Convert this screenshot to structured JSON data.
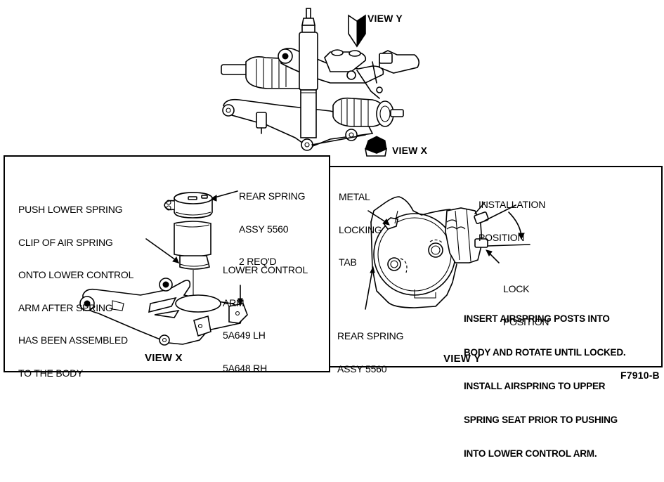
{
  "figure_id": "F7910-B",
  "overview": {
    "view_y_arrow_label": "VIEW Y",
    "view_x_arrow_label": "VIEW X"
  },
  "panel_view_x": {
    "title": "VIEW X",
    "callouts": {
      "push_instruction": [
        "PUSH LOWER SPRING",
        "CLIP OF AIR SPRING",
        "ONTO LOWER CONTROL",
        "ARM AFTER SPRING",
        "HAS BEEN ASSEMBLED",
        "TO THE BODY"
      ],
      "rear_spring": [
        "REAR SPRING",
        "ASSY 5560",
        "2 REQ'D"
      ],
      "lower_control_arm": [
        "LOWER CONTROL",
        "ARM",
        "5A649 LH",
        "5A648 RH"
      ]
    }
  },
  "panel_view_y": {
    "title": "VIEW Y",
    "callouts": {
      "metal_locking_tab": [
        "METAL",
        "LOCKING",
        "TAB"
      ],
      "installation_position": [
        "INSTALLATION",
        "POSITION"
      ],
      "lock_position": [
        "LOCK",
        "POSITION"
      ],
      "rear_spring": [
        "REAR SPRING",
        "ASSY 5560"
      ],
      "instruction": [
        "INSERT AIRSPRING POSTS INTO",
        "BODY AND ROTATE UNTIL LOCKED.",
        "INSTALL AIRSPRING TO UPPER",
        "SPRING SEAT PRIOR TO PUSHING",
        "INTO LOWER CONTROL ARM."
      ]
    }
  }
}
